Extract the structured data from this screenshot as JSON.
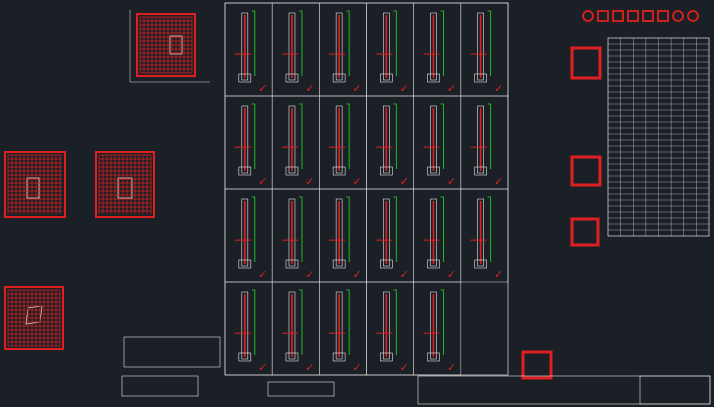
{
  "drawing": {
    "caption": "",
    "colors": {
      "background": "#1b1f26",
      "rebar": "#e02020",
      "dimension": "#20e020",
      "line": "#e6e6e6",
      "accent": "#e020e0",
      "cyan": "#20e0e0",
      "yellow": "#e0d020"
    },
    "legend_icons": [
      "red-circle-icon",
      "red-square-icon",
      "red-square-icon",
      "red-square-icon",
      "red-square-icon",
      "red-square-icon",
      "red-circle-icon",
      "red-circle-icon"
    ],
    "detail_grid": {
      "rows": 4,
      "cols": 6,
      "check_mark": "✓"
    },
    "schedule_table": {
      "rows": 33,
      "cols": 8
    }
  }
}
